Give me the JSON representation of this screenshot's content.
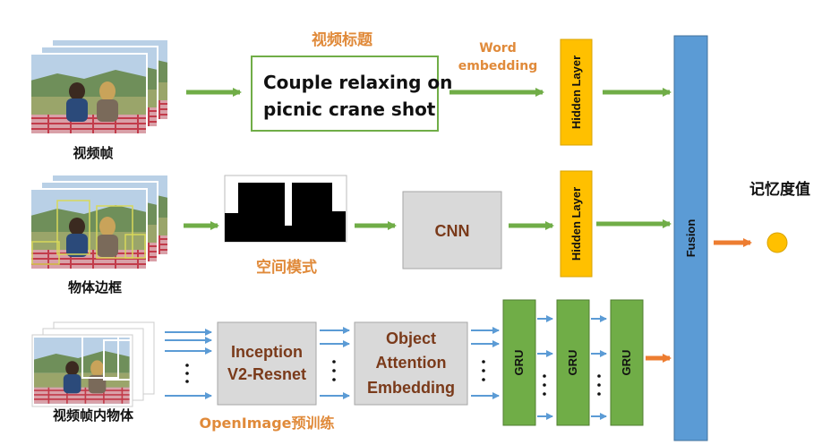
{
  "labels": {
    "video_title": "视频标题",
    "caption_line1": "Couple relaxing on",
    "caption_line2": "picnic crane shot",
    "word_embedding_line1": "Word",
    "word_embedding_line2": "embedding",
    "hidden_layer_top": "Hidden Layer",
    "hidden_layer_mid": "Hidden Layer",
    "video_frame": "视频帧",
    "object_boxes": "物体边框",
    "spatial_mode": "空间模式",
    "cnn": "CNN",
    "fusion": "Fusion",
    "memorability": "记忆度值",
    "objects_in_frame": "视频帧内物体",
    "inception_line1": "Inception",
    "inception_line2": "V2-Resnet",
    "object_attention_line1": "Object",
    "object_attention_line2": "Attention",
    "object_attention_line3": "Embedding",
    "openimage": "OpenImage预训练",
    "gru_1": "GRU",
    "gru_2": "GRU",
    "gru_3": "GRU"
  },
  "colors": {
    "green_arrow": "#70ad47",
    "blue_arrow": "#5b9bd5",
    "orange_arrow": "#ed7d31",
    "hidden_layer": "#ffc000",
    "fusion": "#5b9bd5",
    "gru": "#70ad47",
    "grey_block": "#d9d9d9",
    "output_dot": "#ffc000",
    "orange_text": "#e08a3a"
  }
}
